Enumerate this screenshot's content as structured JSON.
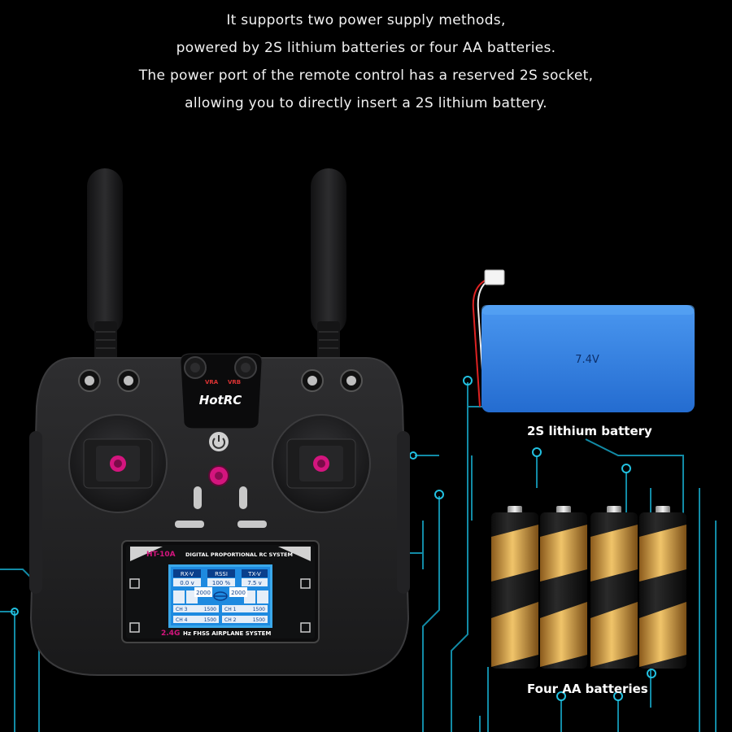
{
  "intro": {
    "lines": [
      "It supports two power supply methods,",
      "powered by 2S lithium batteries or four AA batteries.",
      "The power port of the remote control has a reserved 2S socket,",
      "allowing you to directly insert a 2S lithium battery."
    ]
  },
  "remote": {
    "brand": "HotRC",
    "knob_left_label": "VRA",
    "knob_right_label": "VRB",
    "screen": {
      "model": "HT-10A",
      "header": "DIGITAL PROPORTIONAL RC SYSTEM",
      "rx_label": "RX-V",
      "rx_value": "0.0 v",
      "rssi_label": "RSSI",
      "rssi_value": "100 %",
      "tx_label": "TX-V",
      "tx_value": "7.5 v",
      "left_gauge": "2000",
      "right_gauge": "2000",
      "ch3_label": "CH 3",
      "ch3_value": "1500",
      "ch1_label": "CH 1",
      "ch1_value": "1500",
      "ch4_label": "CH 4",
      "ch4_value": "1500",
      "ch2_label": "CH 2",
      "ch2_value": "1500",
      "footer_band": "2.4G",
      "footer_text": "Hz FHSS AIRPLANE SYSTEM"
    }
  },
  "lipo": {
    "voltage": "7.4V",
    "caption": "2S lithium battery"
  },
  "aa": {
    "caption": "Four AA batteries"
  },
  "colors": {
    "background": "#000000",
    "circuit": "#16a4c4",
    "lipo_blue": "#2f7fe0",
    "accent_magenta": "#d4157e",
    "battery_gold": "#c89a3c"
  }
}
